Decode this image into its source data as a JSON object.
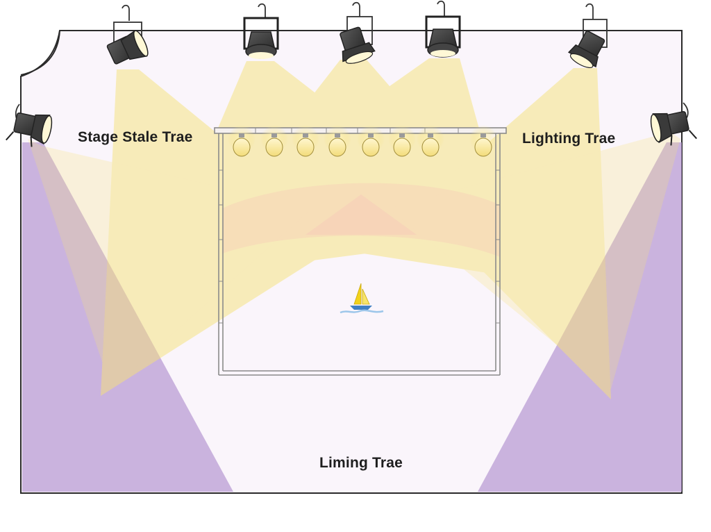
{
  "labels": {
    "left": "Stage Stale Trae",
    "right": "Lighting Trae",
    "bottom": "Liming Trae"
  },
  "colors": {
    "background": "#faf5fb",
    "outline": "#2a2a2a",
    "yellow_beam": "#f6e27a",
    "purple_beam": "#b79ad3",
    "peach_glow": "#f6c7b8",
    "truss": "#8a8a8a",
    "boat_sail": "#f2d21b",
    "boat_hull": "#3f7fc4",
    "water": "#9cc6ea"
  },
  "fixtures": {
    "overhead_spotlights": 5,
    "side_spotlights": 2,
    "truss_lamps": 8
  },
  "icons": [
    "spotlight-icon",
    "truss-lamp-icon",
    "sailboat-icon"
  ]
}
